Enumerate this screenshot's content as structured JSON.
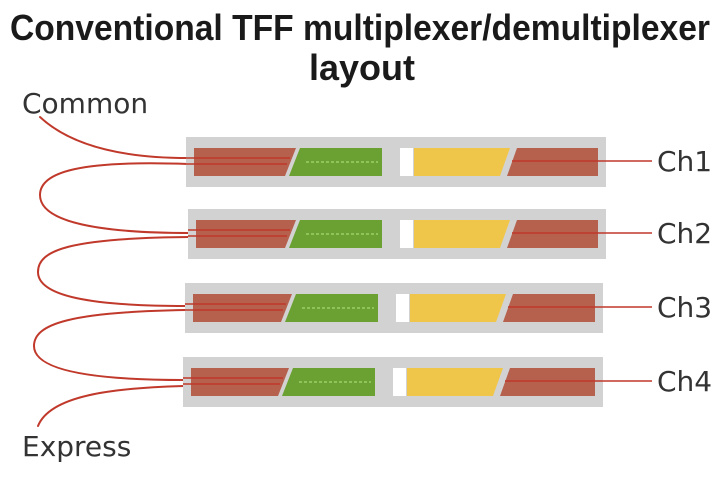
{
  "title": {
    "line1": "Conventional TFF multiplexer/demultiplexer",
    "line2": "layout"
  },
  "labels": {
    "common": "Common",
    "express": "Express"
  },
  "channels": [
    {
      "label": "Ch1"
    },
    {
      "label": "Ch2"
    },
    {
      "label": "Ch3"
    },
    {
      "label": "Ch4"
    }
  ],
  "colors": {
    "fiber": "#c0392b",
    "housing": "#d2d2d2",
    "collimator": "#b5614e",
    "filter": "#6aa132",
    "filter_highlight": "#8fc45a",
    "lens": "#f0c64a",
    "gap": "#ffffff",
    "text": "#333333"
  }
}
